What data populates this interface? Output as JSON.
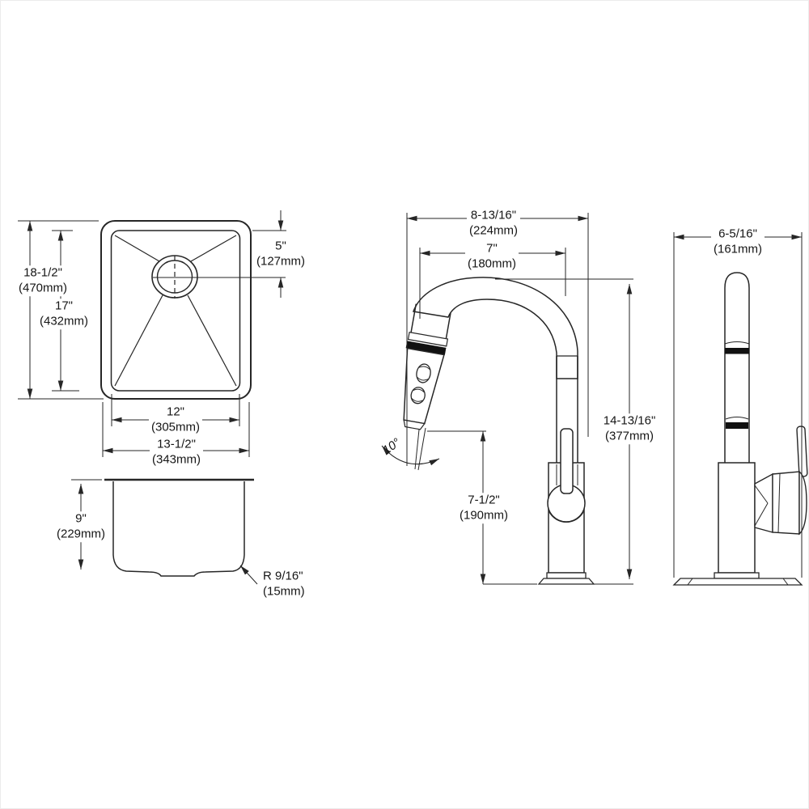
{
  "drawing": {
    "title": "sink-and-faucet-dimension-drawing",
    "background": "#ffffff",
    "line_color": "#262626",
    "sink_top_view": {
      "overall_height_in": "18-1/2\"",
      "overall_height_mm": "(470mm)",
      "bowl_height_in": "17\"",
      "bowl_height_mm": "(432mm)",
      "drain_offset_in": "5\"",
      "drain_offset_mm": "(127mm)",
      "bowl_width_in": "12\"",
      "bowl_width_mm": "(305mm)",
      "overall_width_in": "13-1/2\"",
      "overall_width_mm": "(343mm)"
    },
    "sink_side_view": {
      "depth_in": "9\"",
      "depth_mm": "(229mm)",
      "corner_radius_in": "R 9/16\"",
      "corner_radius_mm": "(15mm)"
    },
    "faucet_side_view": {
      "overall_reach_in": "8-13/16\"",
      "overall_reach_mm": "(224mm)",
      "spout_reach_in": "7\"",
      "spout_reach_mm": "(180mm)",
      "overall_height_in": "14-13/16\"",
      "overall_height_mm": "(377mm)",
      "spout_height_in": "7-1/2\"",
      "spout_height_mm": "(190mm)",
      "spray_head_angle": "10°"
    },
    "faucet_front_view": {
      "overall_width_in": "6-5/16\"",
      "overall_width_mm": "(161mm)"
    }
  }
}
